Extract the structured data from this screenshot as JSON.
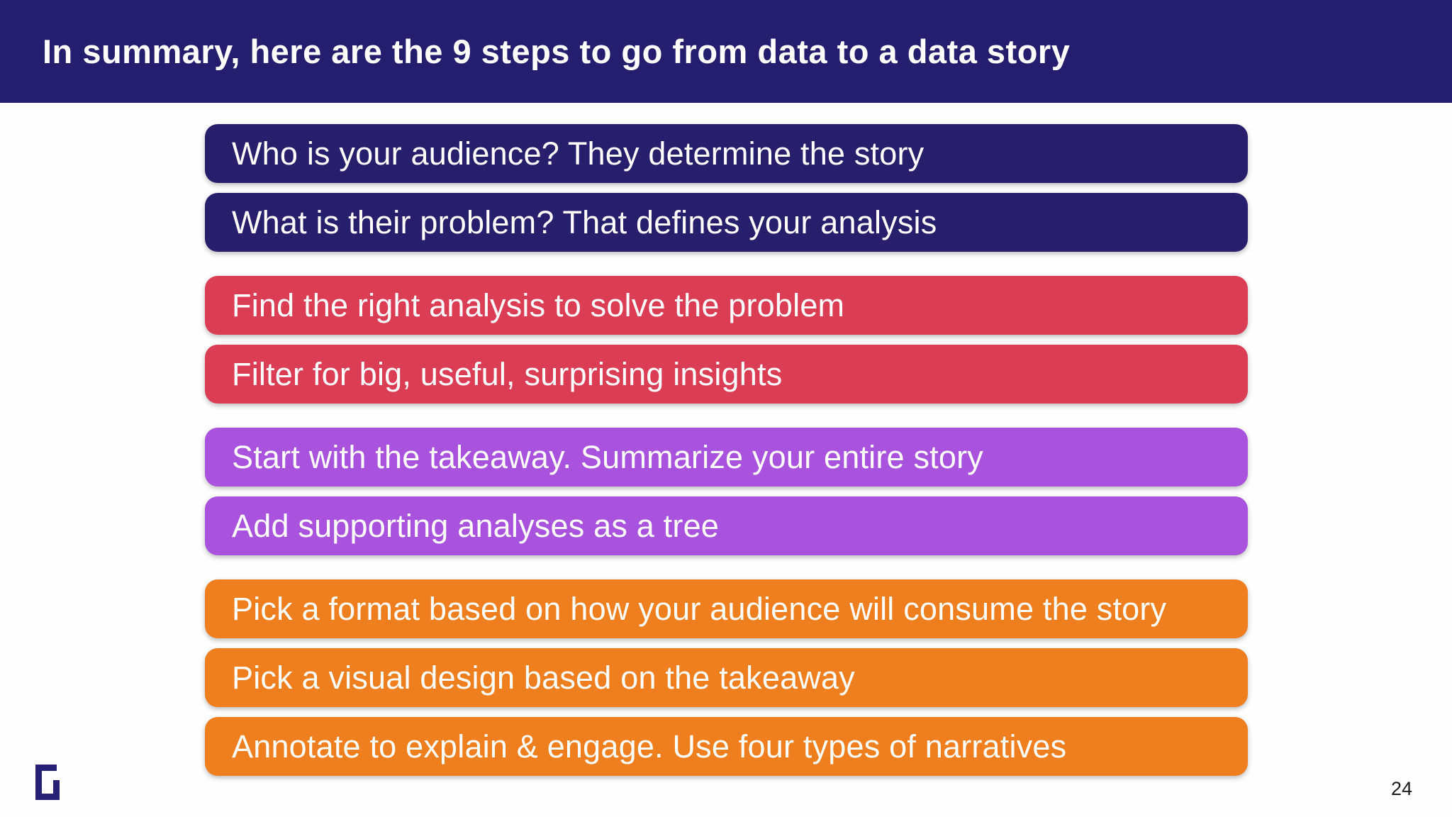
{
  "header": {
    "title": "In summary, here are the 9 steps to go from data to a data story"
  },
  "steps": [
    {
      "group": "audience",
      "text": "Who is your audience? They determine the story"
    },
    {
      "group": "audience",
      "text": "What is their problem? That defines your analysis"
    },
    {
      "group": "analysis",
      "text": "Find the right analysis to solve the problem"
    },
    {
      "group": "analysis",
      "text": "Filter for big, useful, surprising insights"
    },
    {
      "group": "story",
      "text": "Start with the takeaway. Summarize your entire story"
    },
    {
      "group": "story",
      "text": "Add supporting analyses as a tree"
    },
    {
      "group": "presentation",
      "text": "Pick a format based on how your audience will consume the story"
    },
    {
      "group": "presentation",
      "text": "Pick a visual design based on the takeaway"
    },
    {
      "group": "presentation",
      "text": "Annotate to explain & engage. Use four types of narratives"
    }
  ],
  "footer": {
    "page_number": "24",
    "logo": "g-logo"
  },
  "colors": {
    "header_bg": "#251E6F",
    "step_navy": "#271F6C",
    "step_red": "#DB3D55",
    "step_purple": "#A952DE",
    "step_orange": "#EF7E1E",
    "step_text": "#FFFFFF",
    "slide_bg": "#FEFEFE",
    "page_number": "#1B1B1B",
    "logo": "#262174"
  }
}
